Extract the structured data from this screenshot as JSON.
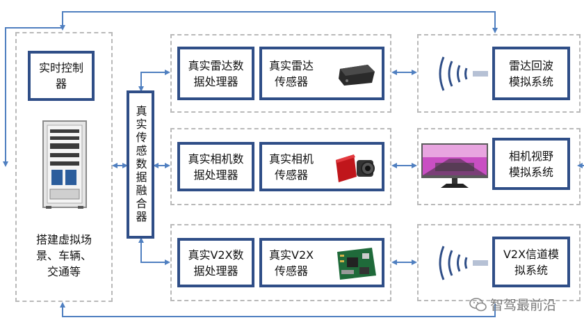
{
  "left_panel": {
    "realtime_controller": "实时控制\n器",
    "scene_text": "搭建虚拟场\n景、车辆、\n交通等"
  },
  "fusion": {
    "label": "真实传感数据融合器"
  },
  "rows": [
    {
      "processor": "真实雷达数\n据处理器",
      "sensor": "真实雷达\n传感器",
      "simulator": "雷达回波\n模拟系统"
    },
    {
      "processor": "真实相机数\n据处理器",
      "sensor": "真实相机\n传感器",
      "simulator": "相机视野\n模拟系统"
    },
    {
      "processor": "真实V2X数\n据处理器",
      "sensor": "真实V2X\n传感器",
      "simulator": "V2X信道模\n拟系统"
    }
  ],
  "watermark": {
    "text": "智驾最前沿"
  },
  "colors": {
    "box_border": "#2f4e87",
    "arrow": "#4f7fc0",
    "dashed": "#b9b9b9"
  }
}
